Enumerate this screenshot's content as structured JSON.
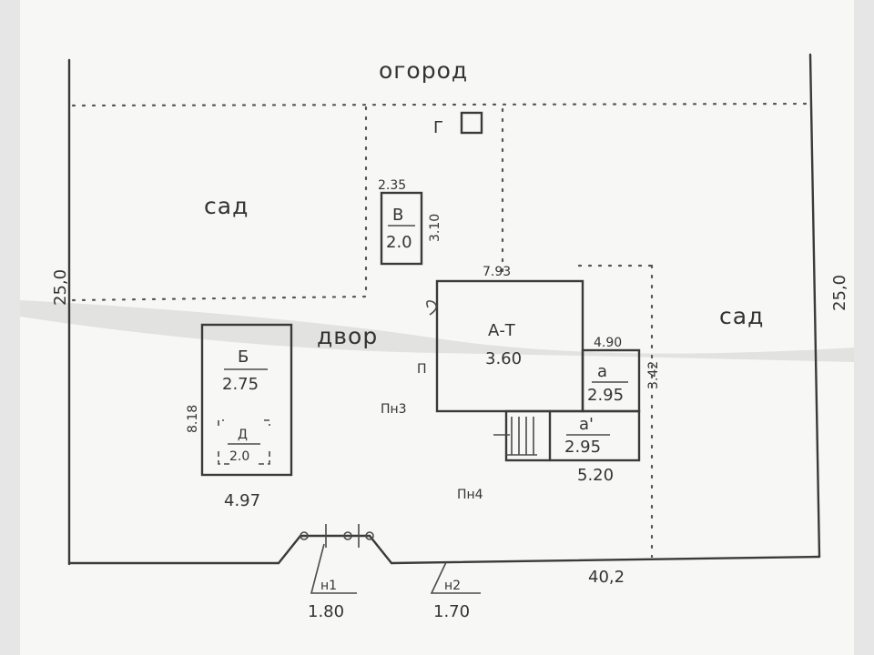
{
  "plan": {
    "labels": {
      "top_area": "огород",
      "garden_left": "сад",
      "garden_right": "сад",
      "yard": "двор",
      "toilet_code": "Г"
    },
    "dimensions": {
      "lot_left_side": "25,0",
      "lot_right_side": "25,0",
      "lot_bottom_side": "40,2"
    },
    "buildings": {
      "B": {
        "code": "В",
        "height": "2.0",
        "width": "2.35",
        "depth": "3.10"
      },
      "B6": {
        "code": "Б",
        "height": "2.75",
        "depth": "8.18",
        "width": "4.97"
      },
      "D": {
        "code": "Д",
        "height": "2.0"
      },
      "A": {
        "code": "А-Т",
        "height": "3.60",
        "width": "7.93",
        "side_label": "П",
        "door_label": "Пн3"
      },
      "a": {
        "code": "а",
        "height": "2.95",
        "width": "4.90",
        "depth": "3.42"
      },
      "a1": {
        "code": "а'",
        "height": "2.95",
        "width": "5.20"
      }
    },
    "gates": {
      "n1": {
        "code": "н1",
        "value": "1.80"
      },
      "n2": {
        "code": "н2",
        "value": "1.70"
      },
      "n4": {
        "code": "Пн4"
      }
    }
  }
}
